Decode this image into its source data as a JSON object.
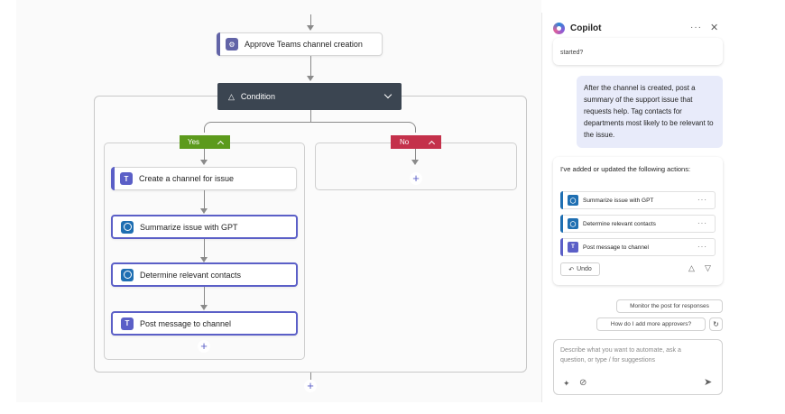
{
  "flow": {
    "approve_label": "Approve Teams channel creation",
    "condition_label": "Condition",
    "yes_label": "Yes",
    "no_label": "No",
    "yes_actions": [
      {
        "label": "Create a channel for issue",
        "icon": "teams-icon"
      },
      {
        "label": "Summarize issue with GPT",
        "icon": "gpt-icon"
      },
      {
        "label": "Determine relevant contacts",
        "icon": "gpt-icon"
      },
      {
        "label": "Post message to channel",
        "icon": "teams-icon"
      }
    ]
  },
  "copilot": {
    "title": "Copilot",
    "prev_text": "started?",
    "user_message": "After the channel is created, post a summary of the support issue that requests help. Tag contacts for departments most likely to be relevant to the issue.",
    "response_intro": "I've added or updated the following actions:",
    "actions": [
      {
        "label": "Summarize issue with GPT"
      },
      {
        "label": "Determine relevant contacts"
      },
      {
        "label": "Post message to channel"
      }
    ],
    "undo_label": "Undo",
    "suggestions": [
      "Monitor the post for responses",
      "How do I add more approvers?"
    ],
    "input_placeholder": "Describe what you want to automate, ask a question, or type / for suggestions"
  },
  "colors": {
    "accent": "#5b5fc7",
    "condition_bg": "#3b4551",
    "yes_green": "#5c9a1c",
    "no_red": "#c4314b",
    "gpt_blue": "#1f6fb2"
  }
}
